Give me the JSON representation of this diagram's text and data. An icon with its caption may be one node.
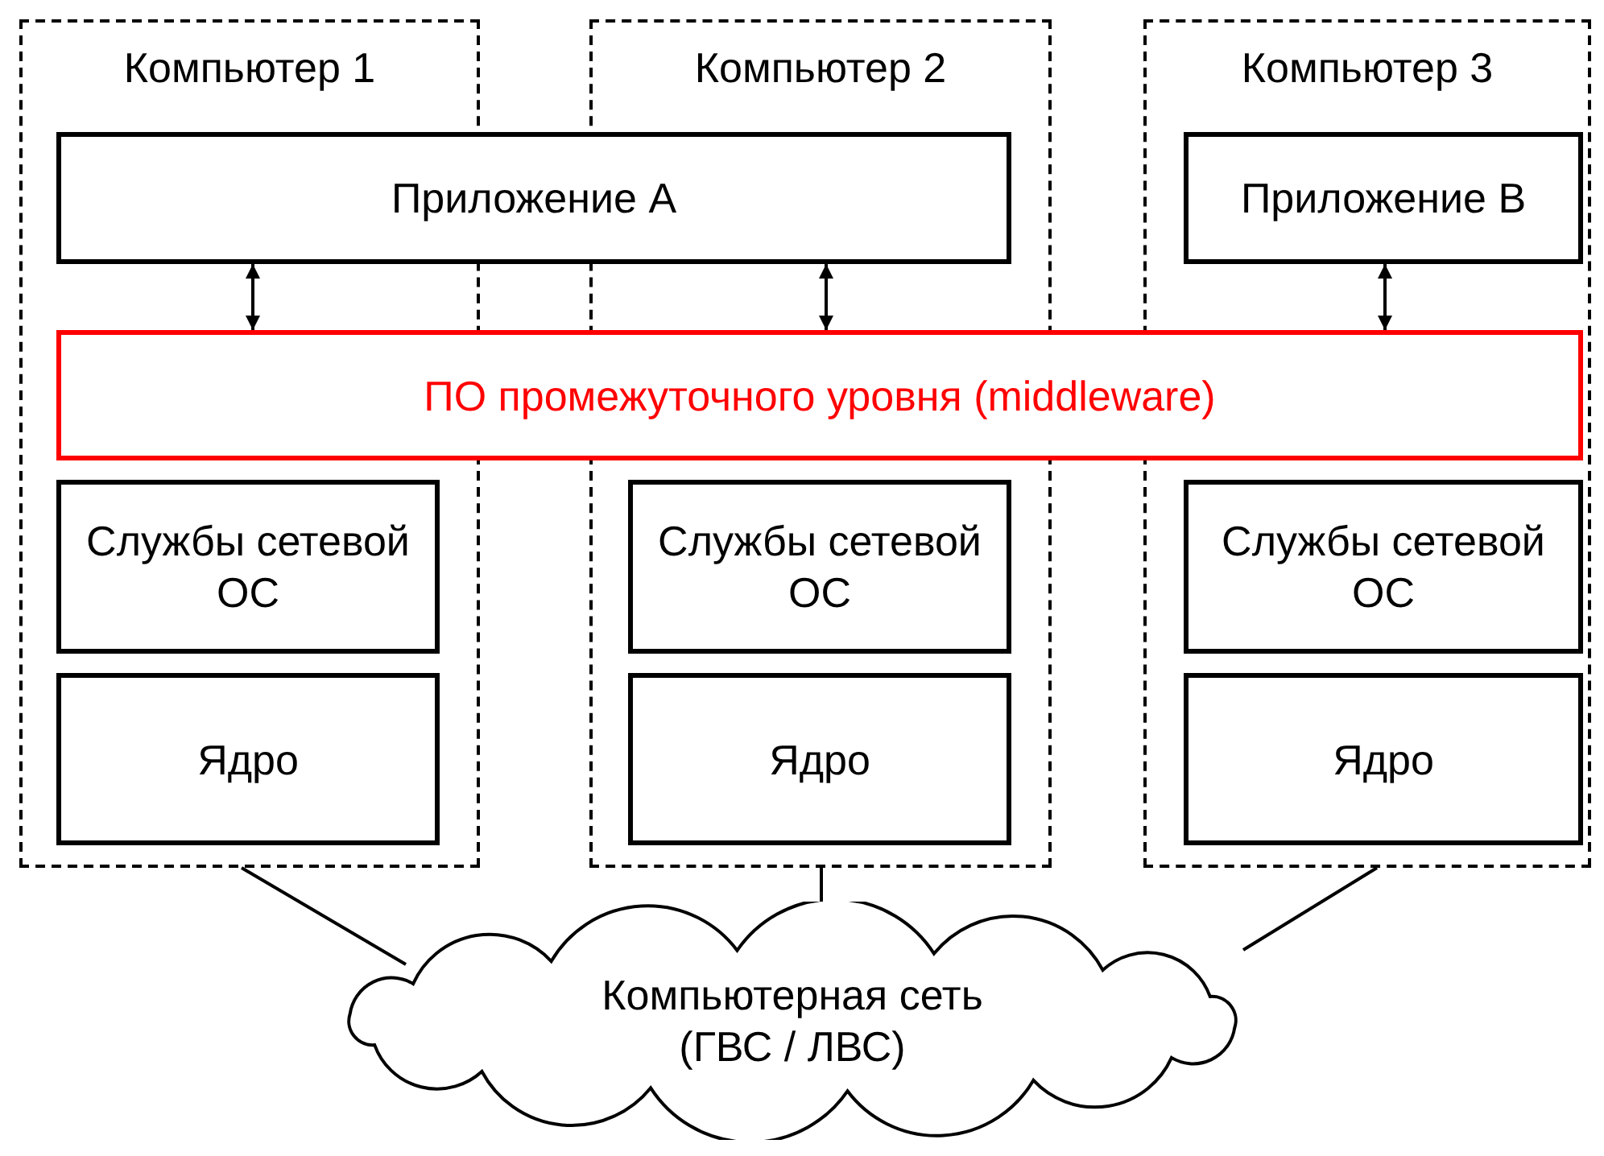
{
  "diagram": {
    "nodes": [
      {
        "text": [
          "Компьютер 1"
        ]
      },
      {
        "text": [
          "Компьютер 2"
        ]
      },
      {
        "text": [
          "Компьютер 3"
        ]
      },
      {
        "text": [
          "Приложение А"
        ]
      },
      {
        "text": [
          "Приложение В"
        ],
        "in": 2
      },
      {
        "text": [
          "ПО промежуточного уровня (middleware)"
        ]
      },
      {
        "text": [
          "Службы сетевой ОС"
        ],
        "in": 0
      },
      {
        "text": [
          "Ядро"
        ],
        "in": 0
      },
      {
        "text": [
          "Службы сетевой ОС"
        ],
        "in": 1
      },
      {
        "text": [
          "Ядро"
        ],
        "in": 1
      },
      {
        "text": [
          "Службы сетевой ОС"
        ],
        "in": 2
      },
      {
        "text": [
          "Ядро"
        ],
        "in": 2
      },
      {
        "text": [
          "Компьютерная сеть (ГВС / ЛВС)"
        ]
      }
    ],
    "edges": [
      {
        "from": 3,
        "to": 5,
        "arrow": "both"
      },
      {
        "from": 3,
        "to": 5,
        "arrow": "both"
      },
      {
        "from": 4,
        "to": 5,
        "arrow": "both"
      },
      {
        "from": 0,
        "to": 12,
        "arrow": "none"
      },
      {
        "from": 1,
        "to": 12,
        "arrow": "none"
      },
      {
        "from": 2,
        "to": 12,
        "arrow": "none"
      }
    ]
  }
}
